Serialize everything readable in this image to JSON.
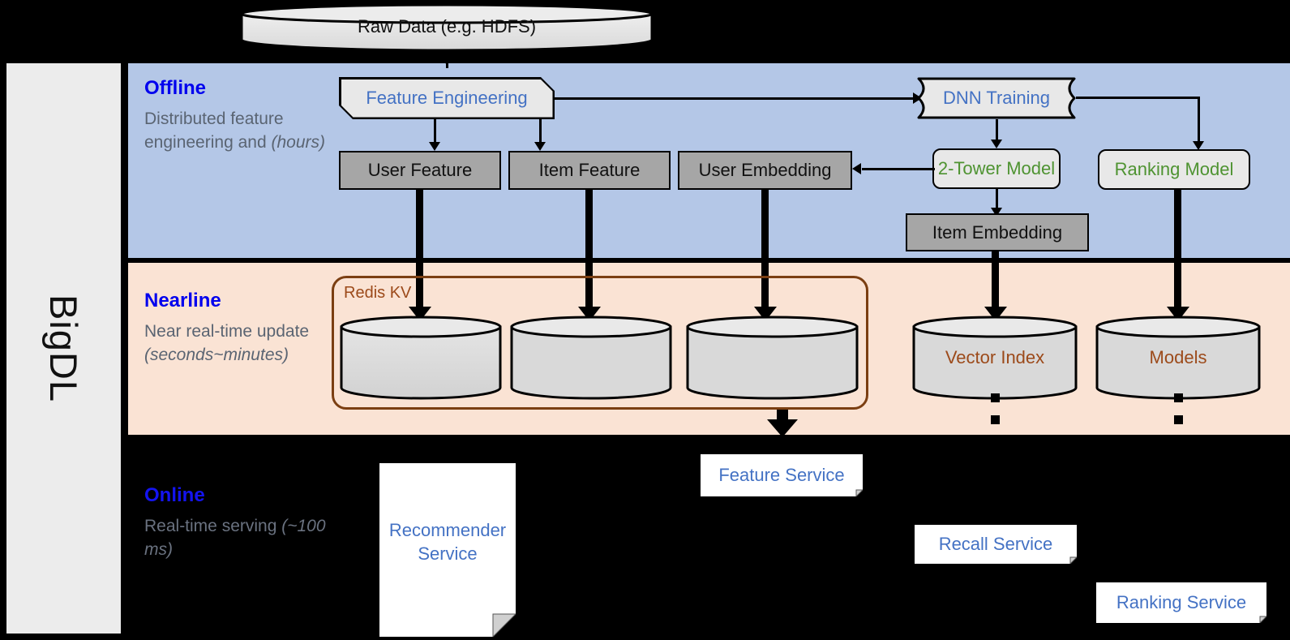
{
  "diagram": {
    "framework_label": "BigDL",
    "source": {
      "label": "Raw Data (e.g. HDFS)"
    },
    "bands": [
      {
        "id": "offline",
        "title": "Offline",
        "subtitle": "Distributed feature engineering and ",
        "subtitle_em": "(hours)",
        "bg": "#b4c7e7"
      },
      {
        "id": "nearline",
        "title": "Nearline",
        "subtitle": "Near real-time update ",
        "subtitle_em": "(seconds~minutes)",
        "bg": "#fae3d4"
      },
      {
        "id": "online",
        "title": "Online",
        "subtitle": "Real-time serving ",
        "subtitle_em": "(~100 ms)",
        "bg": "#000000"
      }
    ],
    "offline_nodes": {
      "feature_engineering": "Feature Engineering",
      "dnn_training": "DNN Training",
      "user_feature": "User Feature",
      "item_feature": "Item Feature",
      "user_embedding": "User Embedding",
      "two_tower_model": "2-Tower Model",
      "ranking_model": "Ranking Model",
      "item_embedding": "Item Embedding"
    },
    "nearline_nodes": {
      "redis_kv": "Redis KV",
      "store_user_feature": "",
      "store_item_feature": "",
      "store_user_embedding": "",
      "vector_index": "Vector Index",
      "models": "Models"
    },
    "online_nodes": {
      "recommender_service": "Recommender Service",
      "feature_service": "Feature Service",
      "recall_service": "Recall Service",
      "ranking_service": "Ranking Service"
    },
    "colors": {
      "band_offline": "#b4c7e7",
      "band_nearline": "#fae3d4",
      "band_online": "#000000",
      "title_blue": "#0000ee",
      "text_blue": "#4472c4",
      "text_green": "#4e9331",
      "text_brown": "#9c4a1a",
      "grey_box": "#a6a6a6",
      "proc_box": "#e8e8e8"
    }
  }
}
